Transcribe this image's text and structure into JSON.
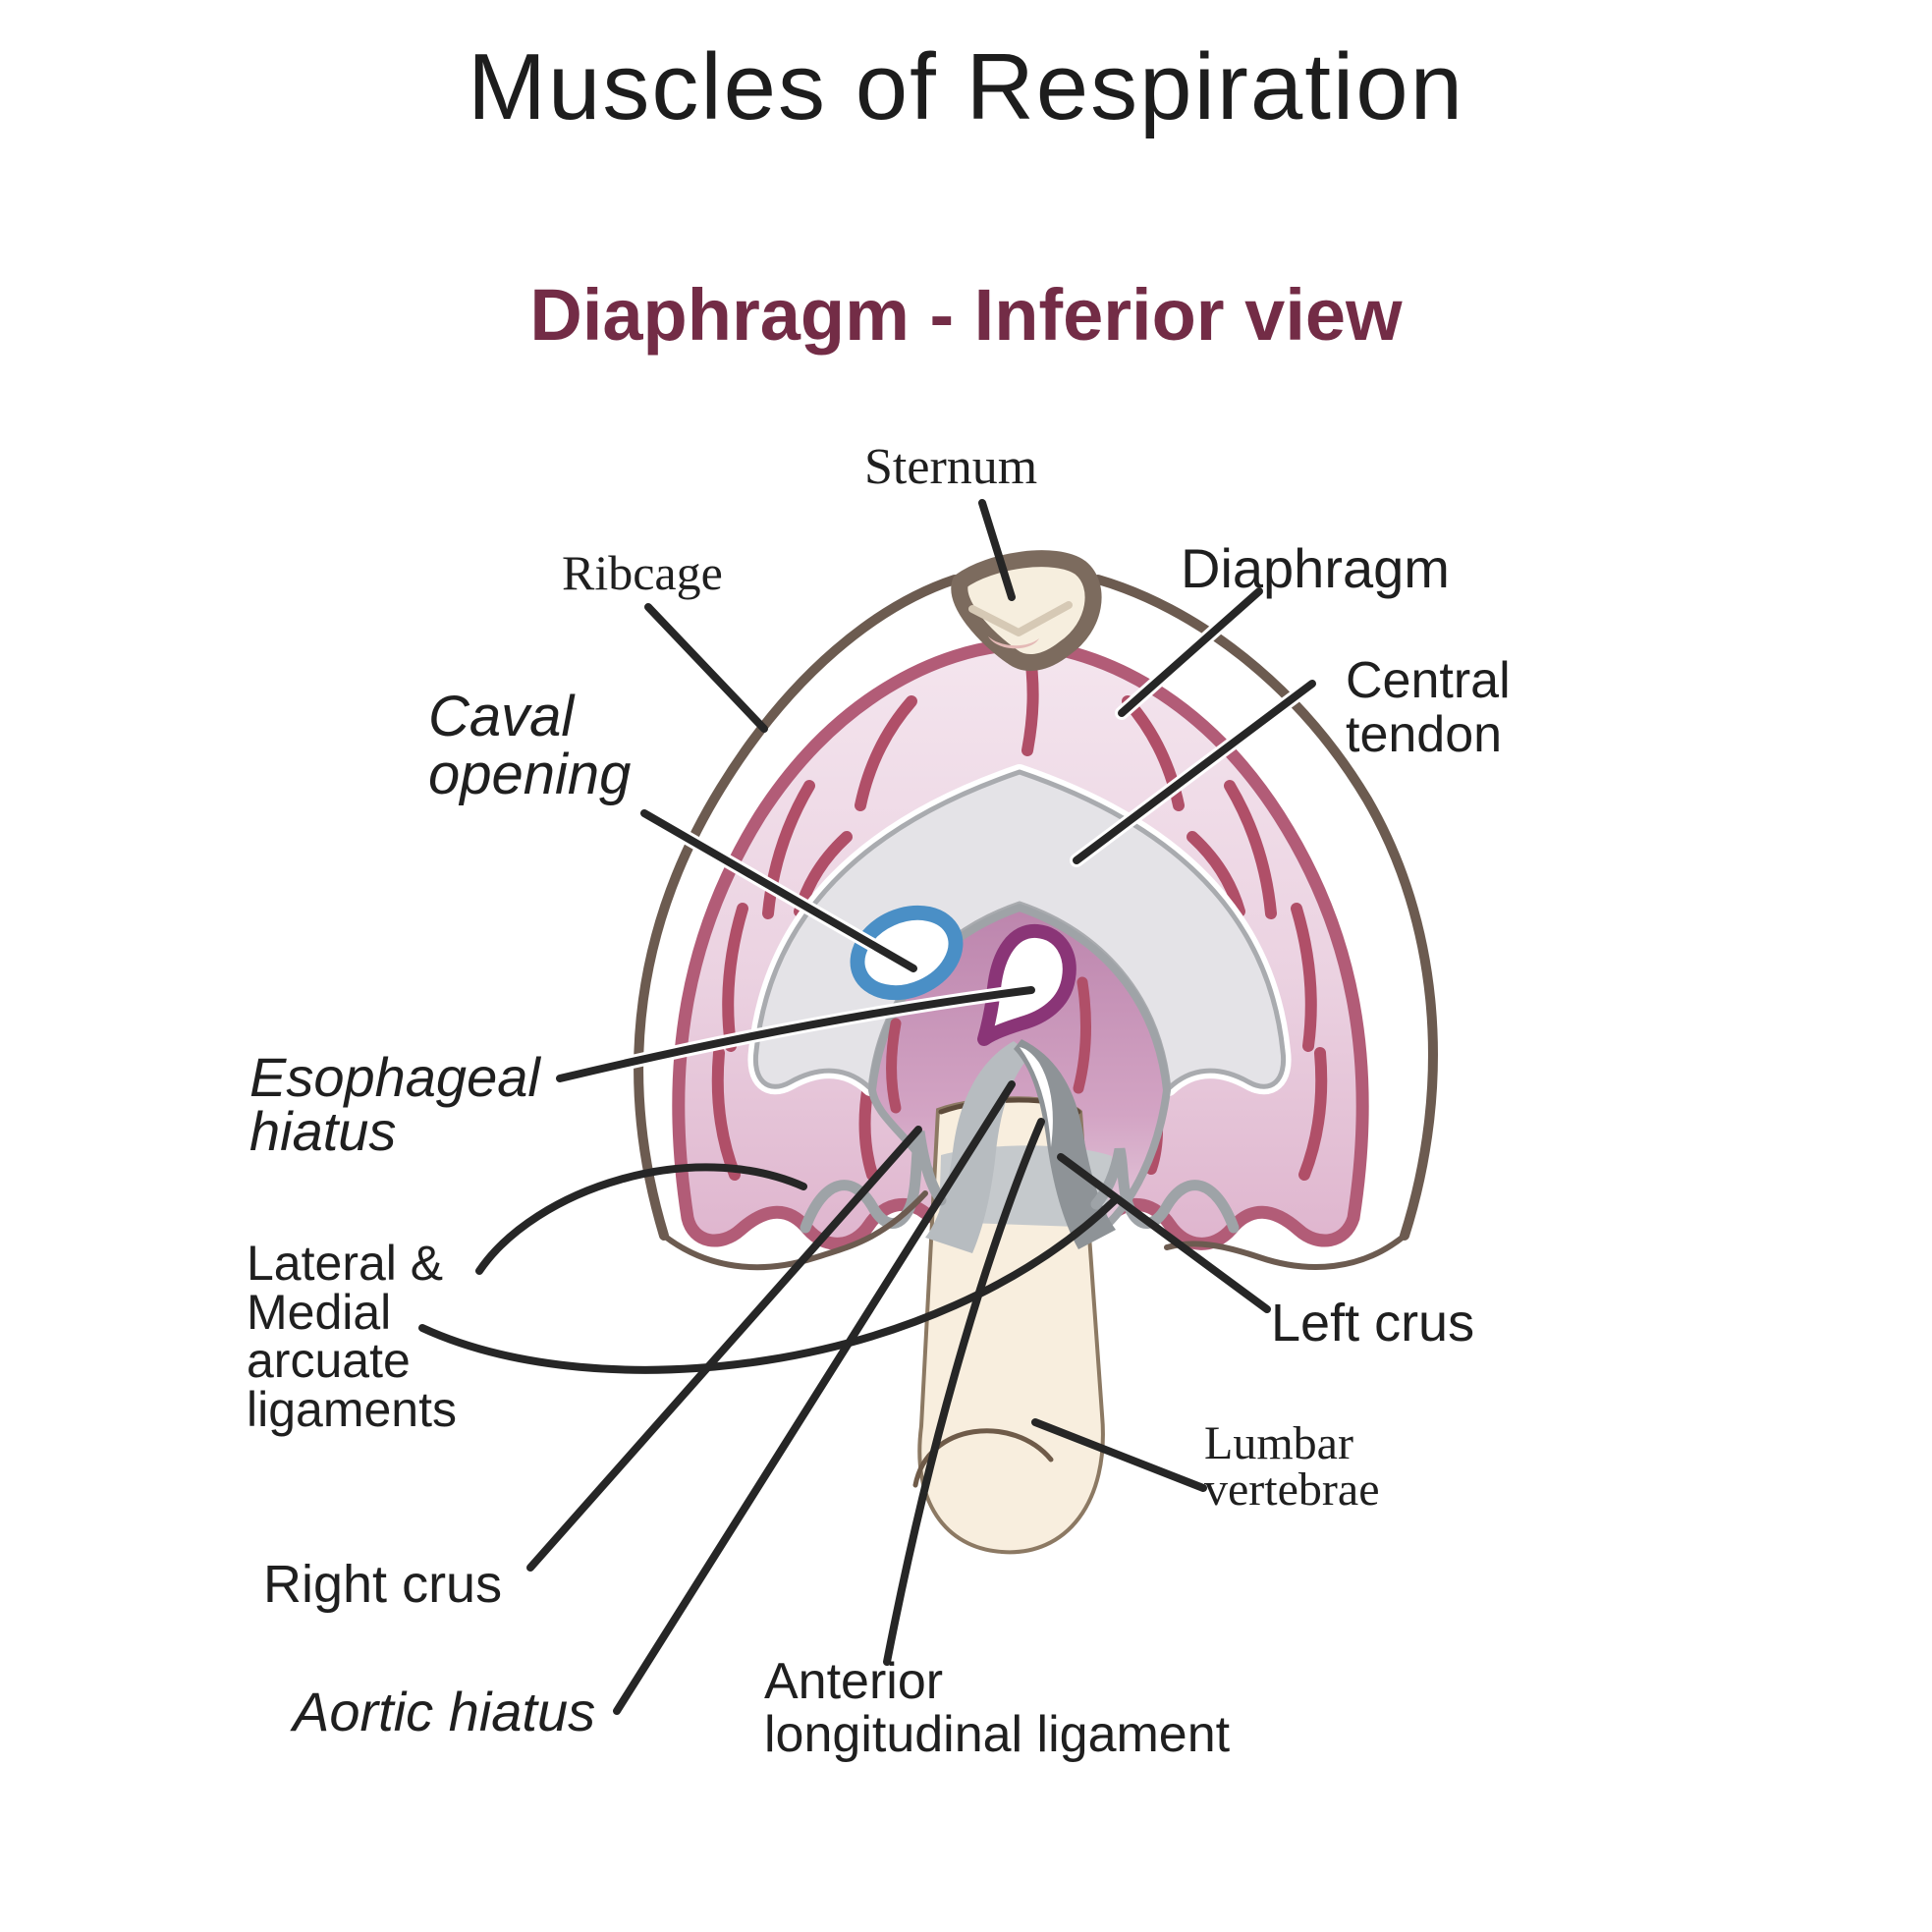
{
  "title": "Muscles of Respiration",
  "subtitle": "Diaphragm - Inferior view",
  "colors": {
    "subtitle_maroon": "#732C46",
    "muscle_pink_light": "#F2DFEA",
    "muscle_pink_deep": "#DFB5CE",
    "muscle_rim": "#B25C77",
    "muscle_fiber": "#B04F68",
    "central_tendon_gray": "#E4E3E7",
    "inner_dome_mauve": "#BC85AD",
    "caval_opening_blue": "#4A8FC6",
    "esophageal_purple": "#8A3577",
    "bone_cream": "#F6EEDE",
    "ribcage_brown": "#6C5B50",
    "sternum_taupe": "#7C6B5E",
    "crus_gray": "#9AA0A4",
    "leader_line": "#262626",
    "label_text": "#1F1F1F"
  },
  "labels": {
    "sternum": {
      "text": "Sternum"
    },
    "ribcage": {
      "text": "Ribcage"
    },
    "diaphragm": {
      "text": "Diaphragm"
    },
    "central_tendon": {
      "lines": [
        "Central",
        "tendon"
      ]
    },
    "caval_opening": {
      "lines": [
        "Caval",
        "opening"
      ]
    },
    "esophageal_hiatus": {
      "lines": [
        "Esophageal",
        "hiatus"
      ]
    },
    "arcuate_ligaments": {
      "lines": [
        "Lateral &",
        "Medial",
        "arcuate",
        "ligaments"
      ]
    },
    "right_crus": {
      "text": "Right crus"
    },
    "aortic_hiatus": {
      "text": "Aortic hiatus"
    },
    "anterior_longitudinal_ligament": {
      "lines": [
        "Anterior",
        "longitudinal ligament"
      ]
    },
    "left_crus": {
      "text": "Left crus"
    },
    "lumbar_vertebrae": {
      "lines": [
        "Lumbar",
        "vertebrae"
      ]
    }
  }
}
